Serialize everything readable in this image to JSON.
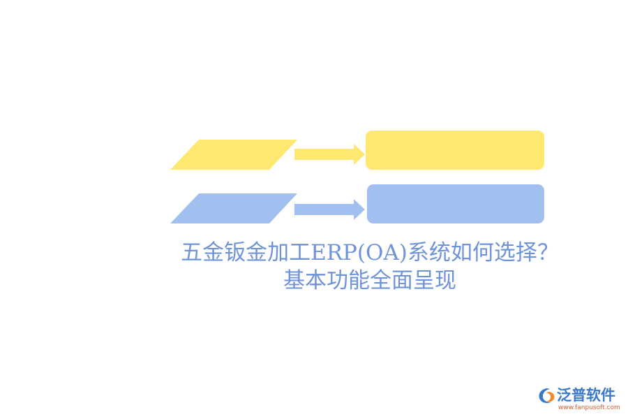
{
  "diagram": {
    "rows": [
      {
        "color": "#fee86f",
        "label": ""
      },
      {
        "color": "#a1c0f0",
        "label": ""
      }
    ],
    "arrow_direction": "right"
  },
  "title": {
    "line1": "五金钣金加工ERP(OA)系统如何选择？",
    "line2": "基本功能全面呈现",
    "color": "#6f93d8"
  },
  "logo": {
    "name": "泛普软件",
    "url": "www.fanpusoft.com",
    "name_color": "#3a78c9",
    "url_color": "#e05b2a",
    "mark_colors": [
      "#3a78c9",
      "#f08a2a"
    ],
    "icon": "fanpu-logo-icon"
  }
}
